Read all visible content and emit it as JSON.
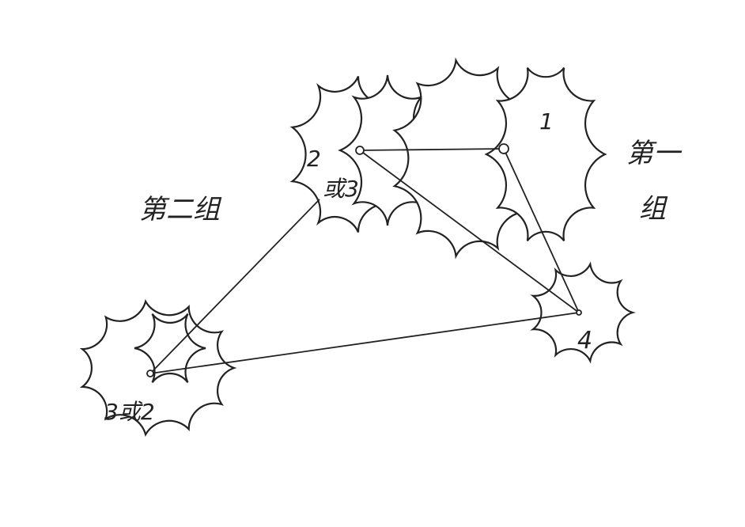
{
  "labels": {
    "group_two": "第二组",
    "group_one_top": "第一",
    "group_one_bottom": "组",
    "point_1": "1",
    "point_2_a": "2",
    "point_2_b": "或3",
    "point_3": "3或2",
    "point_4": "4"
  }
}
